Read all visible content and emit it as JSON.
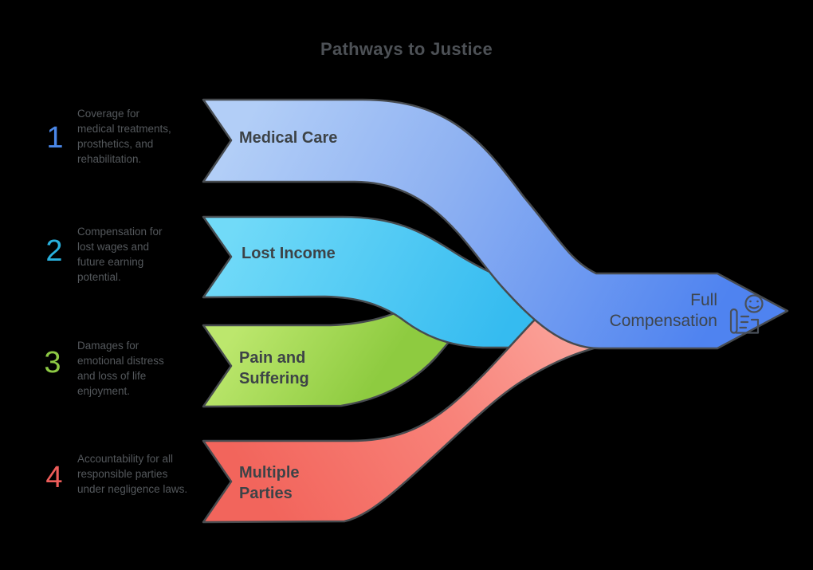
{
  "title": "Pathways to Justice",
  "items": [
    {
      "number": "1",
      "accent": "#4a87e8",
      "label": "Medical Care",
      "description": "Coverage for medical treatments, prosthetics, and rehabilitation."
    },
    {
      "number": "2",
      "accent": "#29b0dd",
      "label": "Lost Income",
      "description": "Compensation for lost wages and future earning potential."
    },
    {
      "number": "3",
      "accent": "#8dc944",
      "label": "Pain and Suffering",
      "description": "Damages for emotional distress and loss of life enjoyment."
    },
    {
      "number": "4",
      "accent": "#ee5d5a",
      "label": "Multiple Parties",
      "description": "Accountability for all responsible parties under negligence laws."
    }
  ],
  "result": {
    "label": "Full Compensation",
    "icon": "satisfied-client-checklist-icon"
  },
  "colors": {
    "background": "#000000",
    "outline": "#474b4f",
    "icon": "#49505a",
    "title_text": "#4d5156",
    "desc_text": "#54585c",
    "label_text": "#3d4347",
    "result_text": "#3e454c",
    "blue_top": "#b2cef7",
    "blue_mid": "#8fb2f2",
    "blue_strong": "#4f83f0",
    "cyan_top": "#71daf8",
    "cyan_bottom": "#35bbf0",
    "green_top": "#bce76d",
    "green_bottom": "#8ecb40",
    "red_dark": "#f2655c",
    "red_mid": "#f8837a",
    "red_light": "#fba79e"
  }
}
